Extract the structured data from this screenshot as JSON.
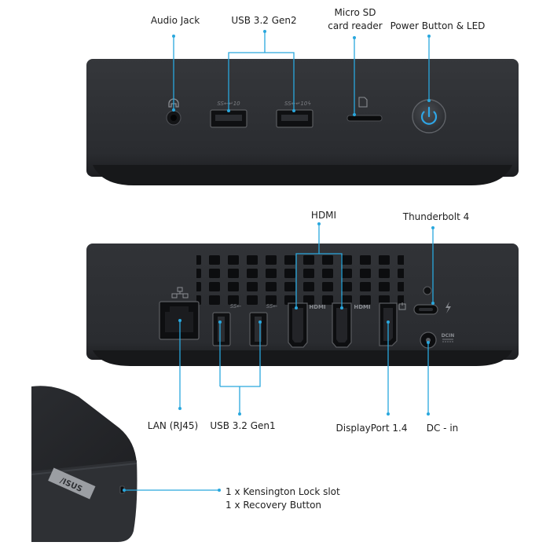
{
  "front_panel": {
    "callouts": {
      "audio_jack": "Audio Jack",
      "usb_gen2": "USB 3.2 Gen2",
      "microsd_line1": "Micro SD",
      "microsd_line2": "card reader",
      "power": "Power Button & LED"
    },
    "port_marks": {
      "usb_left": "SS←↵10",
      "usb_right": "SS←↵10ϟ"
    }
  },
  "rear_panel": {
    "callouts": {
      "hdmi": "HDMI",
      "thunderbolt": "Thunderbolt 4",
      "lan": "LAN (RJ45)",
      "usb_gen1": "USB 3.2 Gen1",
      "displayport": "DisplayPort 1.4",
      "dc_in": "DC - in"
    },
    "port_marks": {
      "hdmi_1": "HDMI",
      "hdmi_2": "HDMI",
      "usb_1": "SS←",
      "usb_2": "SS←",
      "dcin": "DCIN"
    }
  },
  "side_view": {
    "brand_logo": "/ISUS",
    "callout_line1": "1 x Kensington Lock slot",
    "callout_line2": "1 x Recovery Button"
  },
  "colors": {
    "device_body": "#2b2d31",
    "device_edge": "#1c1d20",
    "callout_line": "#29a7dd",
    "label_text": "#1e1e1e",
    "port_blue": "#2e6fd1"
  }
}
